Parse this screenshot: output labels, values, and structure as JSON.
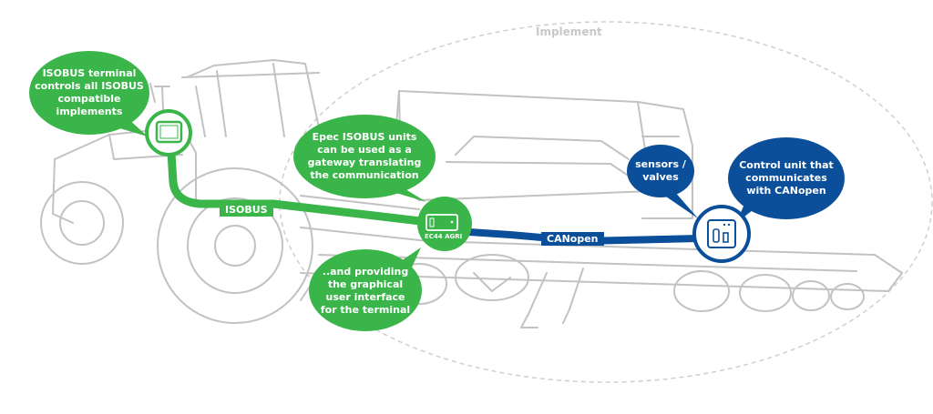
{
  "colors": {
    "green": "#3ab54a",
    "blue": "#0b4f9a",
    "line_art": "#c2c2c2",
    "dashed": "#cfcfcf"
  },
  "implement_label": "Implement",
  "bubbles": {
    "terminal": "ISOBUS terminal controls all ISOBUS compatible implements",
    "gateway": "Epec ISOBUS units can be used as a gateway translating the communication",
    "gui": "..and providing the graphical user interface for the terminal",
    "sensors": "sensors / valves",
    "control": "Control unit that communicates with CANopen"
  },
  "links": {
    "isobus": "ISOBUS",
    "canopen": "CANopen"
  },
  "device_label": "EC44 AGRI"
}
